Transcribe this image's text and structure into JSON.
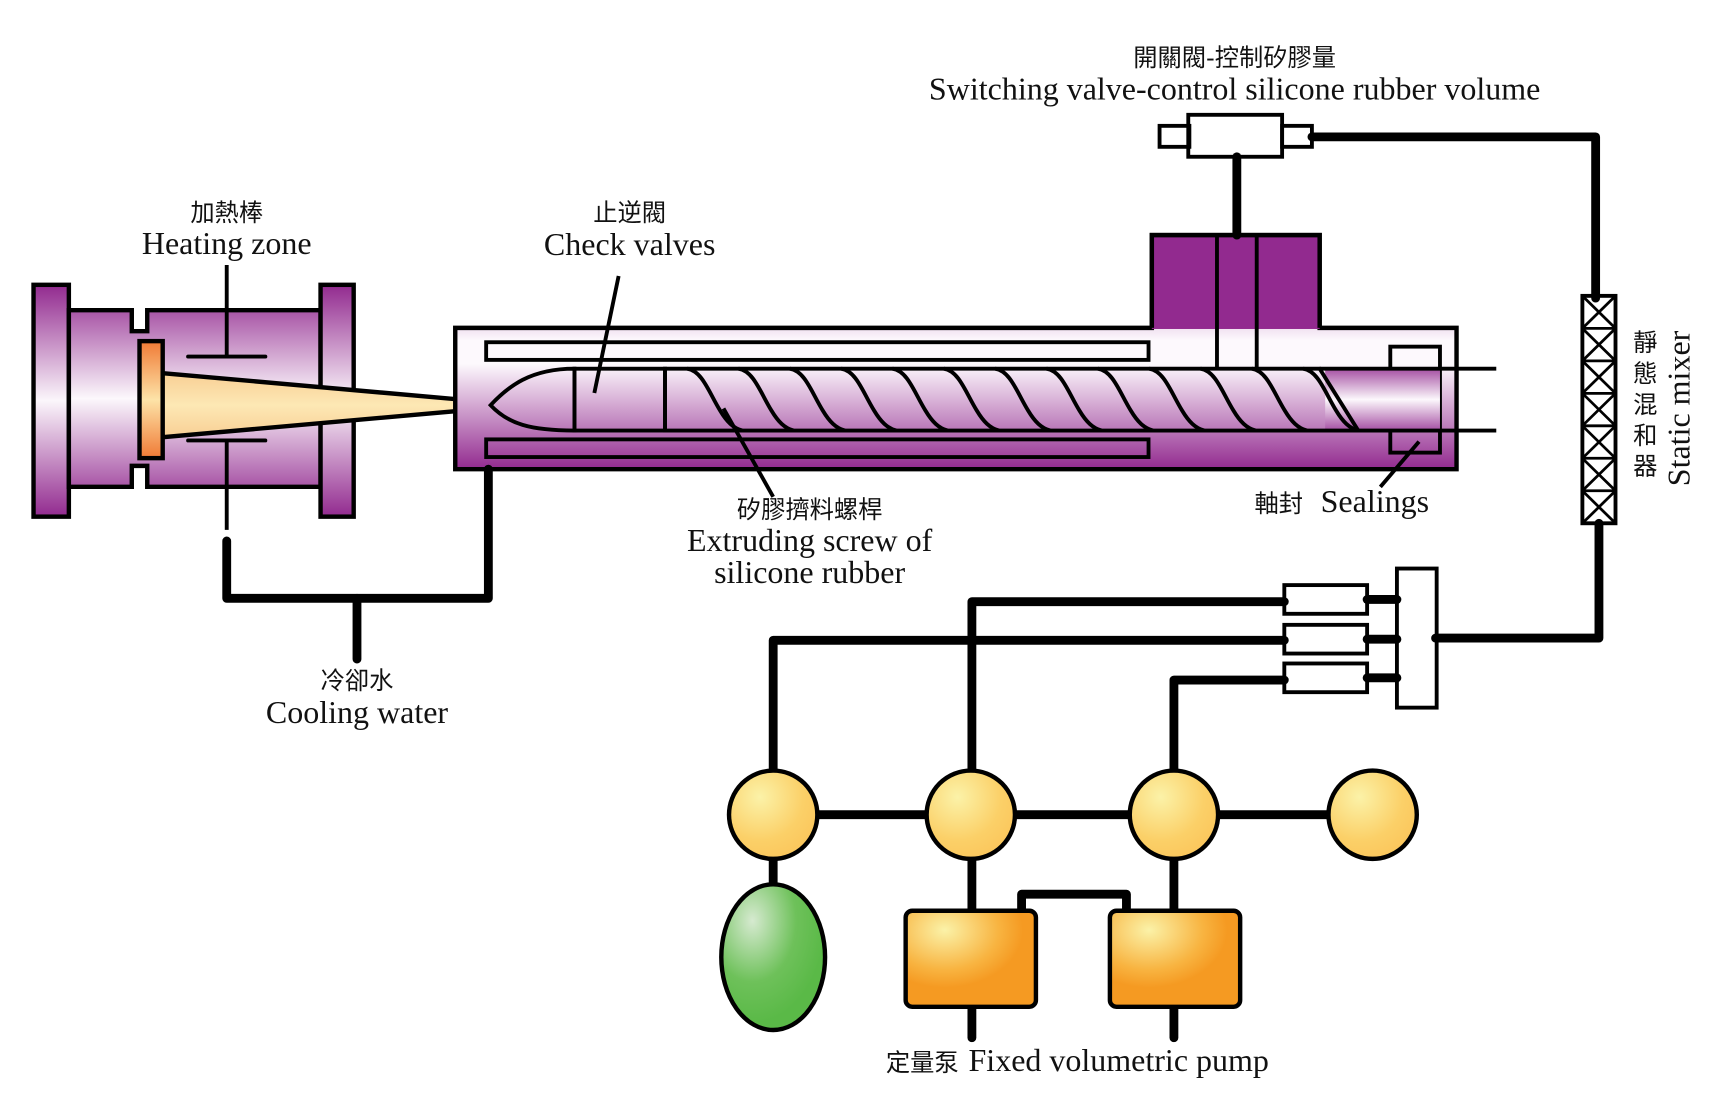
{
  "title": "Silicone rubber injection system diagram",
  "labels": {
    "switching_valve": {
      "zh": "開關閥-控制矽膠量",
      "en": "Switching valve-control silicone rubber volume"
    },
    "heating_zone": {
      "zh": "加熱棒",
      "en": "Heating zone"
    },
    "check_valves": {
      "zh": "止逆閥",
      "en": "Check valves"
    },
    "extruding_screw": {
      "zh": "矽膠擠料螺桿",
      "en_line1": "Extruding screw of",
      "en_line2": "silicone rubber"
    },
    "sealings": {
      "zh": "軸封",
      "en": "Sealings"
    },
    "static_mixer": {
      "zh": [
        "靜",
        "態",
        "混",
        "和",
        "器"
      ],
      "en": "Static mixer"
    },
    "cooling_water": {
      "zh": "冷卻水",
      "en": "Cooling water"
    },
    "fixed_pump": {
      "zh": "定量泵",
      "en": "Fixed volumetric pump"
    }
  },
  "components": [
    {
      "id": "mold",
      "name": "Heating zone / mold"
    },
    {
      "id": "nozzle",
      "name": "Nozzle cone"
    },
    {
      "id": "barrel",
      "name": "Injection barrel"
    },
    {
      "id": "check-valve",
      "name": "Check valves"
    },
    {
      "id": "screw",
      "name": "Extruding screw of silicone rubber"
    },
    {
      "id": "sealings",
      "name": "Sealings"
    },
    {
      "id": "switching-valve",
      "name": "Switching valve"
    },
    {
      "id": "static-mixer",
      "name": "Static mixer"
    },
    {
      "id": "manifold",
      "name": "Manifold with 3 inlet blocks"
    },
    {
      "id": "tanks",
      "name": "4 feed tanks"
    },
    {
      "id": "green-tank",
      "name": "Green reservoir"
    },
    {
      "id": "pumps",
      "name": "2 fixed volumetric pumps"
    }
  ],
  "colors": {
    "purple_dark": "#922a8f",
    "purple_light": "#f3e6f3",
    "blue_jacket": "#2a76b9",
    "screw_blue": "#5d9bd4",
    "check_green": "#3aae5a",
    "nozzle_cream": "#fce2a8",
    "heater_orange": "#f07a35",
    "tank_yellow": "#fbd068",
    "pump_orange": "#f59a22",
    "mixer_yellow": "#f4ea52",
    "manifold_orange": "#e59a48",
    "green_tank": "#5ab947"
  }
}
